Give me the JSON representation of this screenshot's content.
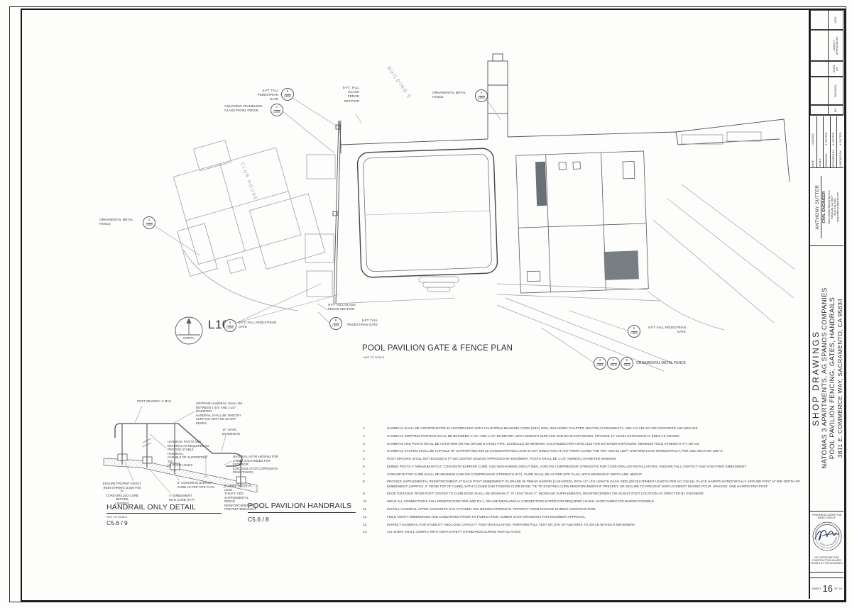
{
  "plan": {
    "title": "POOL PAVILION GATE & FENCE PLAN",
    "scale": "NOT TO SCALE",
    "sheet_ref": "L102",
    "north": "NORTH",
    "building_label": "BUILDING 5",
    "clubhouse_label": "CLUB HOUSE",
    "labels": {
      "gate_top": "5-FT. TALL\nPEDESTRIAN\nGATE",
      "aquaview": "AQUAVIEW FRAMELESS\nGLASS PANEL FENCE",
      "glass_section_top": "5-FT. TALL\nGLASS\nFENCE\nSECTION",
      "orn_fence_top": "ORNAMENTAL METAL\nFENCE",
      "orn_fence_left": "ORNAMENTAL METAL\nFENCE",
      "gate_6ft_left": "6-FT.-TALL PEDESTRIAN\nGATE",
      "glass_section_bottom": "5-FT. TALL GLASS\nFENCE SECTION",
      "gate_bottom": "5-FT. TALL\nPEDESTRIAN GATE",
      "gate_6ft_right": "6 FT.-TALL PEDESTRIAN\nGATE",
      "orn_fence_right": "ORNAMENTAL METAL FENCE"
    },
    "callouts": {
      "c1": {
        "num": "8",
        "ref": "L504"
      },
      "c2": {
        "num": "1",
        "ref": "L504"
      },
      "c3": {
        "num": "4",
        "ref": "L504"
      },
      "c4": {
        "num": "4",
        "ref": "L504"
      },
      "c5": {
        "num": "5",
        "ref": "L504"
      },
      "c6": {
        "num": "8",
        "ref": "L504"
      },
      "c7": {
        "num": "5",
        "ref": "L504"
      },
      "c8": {
        "num": "4",
        "ref": "L504"
      },
      "c9": {
        "num": "7",
        "ref": "C5.6"
      },
      "c10": {
        "num": "8",
        "ref": "C5.6"
      }
    }
  },
  "handrail_detail": {
    "title": "HANDRAIL ONLY DETAIL",
    "scale": "NOT TO SCALE",
    "ref": "C5.6 / 9",
    "annotations": {
      "post_spacing": "POST SPACING: 4' MAX.",
      "gripping": "GRIPPING HANDRAIL SHALL BE\nBETWEEN 1-1/4\" AND 1-1/2\" DIAMETER.\nHANDRAIL SHALL BE SMOOTH\nSURFACE WITH NO SHARP EDGES",
      "level_ext": "12\" LEVEL\nEXTENSION",
      "posts": "HANDRAIL POSTS AND\nMATERIAL AS REQUIRED TO\nPROVIDE STABLE HANDRAIL,\nCAPABLE OF SUPPORTING 250\nLB POINT LOADS",
      "material": "MATERIAL ASTM A500/A53 FOR\nSTEEL, GALVANIZED FOR EXTERIOR\n(CBC 2304.3 FOR CORROSION\nRESISTANCE)",
      "grout": "ENSURE PROPER GROUT\n(NON-SHRINK) (3,000 PSI) IF\nCORE-DRILLED CURB BEFORE\nLOADING",
      "curb": "6\" CONCRETE BARRIER\nCURB AS PER SITE PLAN",
      "embed": "4\" EMBEDMENT\nINTO CURB (TYP)",
      "edge": "IF EDGE WIDTH IS LESS\nTHAN 3\" ADD\nSUPPLEMENTAL REBAR\nREINFORCEMENT TO\nPREVENT BREAKOUT."
    }
  },
  "handrails_detail": {
    "title": "POOL PAVILION HANDRAILS",
    "ref": "C5.6 / 8"
  },
  "notes": {
    "items": [
      {
        "num": "1.",
        "text": "HANDRAIL SHALL BE CONSTRUCTED IN ACCORDANCE WITH CALIFORNIA BUILDING CODE (CBC) 2022, INCLUDING CHAPTER 11B FOR ACCESSIBILITY, AND ACI 318-19 FOR CONCRETE ANCHORAGE."
      },
      {
        "num": "2.",
        "text": "HANDRAIL GRIPPING PORTION SHALL BE BETWEEN 1-1/4\" AND 1-1/2\" DIAMETER, WITH SMOOTH SURFACE AND NO SHARP EDGES. PROVIDE 12\" LEVEL EXTENSION AT ENDS AS SHOWN."
      },
      {
        "num": "3.",
        "text": "HANDRAIL AND POSTS SHALL BE ASTM A500 OR A53 GRADE B STEEL PIPE, SCHEDULE 40 MINIMUM, GALVANIZED PER ASTM A123 FOR EXTERIOR EXPOSURE. MINIMUM YIELD STRENGTH FY=36 KSI."
      },
      {
        "num": "4.",
        "text": "HANDRAIL SYSTEM SHALL BE CAPABLE OF SUPPORTING 200 LB CONCENTRATED LOAD IN ANY DIRECTION AT ANY POINT ALONG THE TOP, AND 50 LB/FT UNIFORM LOAD HORIZONTALLY, PER CBC SECTION 1607.8."
      },
      {
        "num": "5.",
        "text": "POST SPACING SHALL NOT EXCEED 6 FT ON CENTER UNLESS APPROVED BY ENGINEER. POSTS SHALL BE 1-1/2\" NOMINAL DIAMETER MINIMUM."
      },
      {
        "num": "6.",
        "text": "EMBED POSTS 4\" MINIMUM INTO 6\" CONCRETE BARRIER CURB. USE NON-SHRINK GROUT (MIN. 3,000 PSI COMPRESSIVE STRENGTH) FOR CORE-DRILLED INSTALLATIONS. ENSURE FULL CONTACT AND VOID-FREE EMBEDMENT."
      },
      {
        "num": "7.",
        "text": "CONCRETE FOR CURB SHALL BE MINIMUM 3,000 PSI COMPRESSIVE STRENGTH (F'C). CURB SHALL BE AS PER SITE PLAN, WITH MINIMUM 6\" WIDTH AND HEIGHT."
      },
      {
        "num": "8.",
        "text": "PROVIDE SUPPLEMENTAL REINFORCEMENT AT EACH POST EMBEDMENT: #3 GRADE 60 REBAR HAIRPIN (U-SHAPED), WITH 12\" LEG LENGTH EACH SIDE (DEVELOPMENT LENGTH PER ACI 318-19). PLACE HAIRPIN HORIZONTALLY AROUND POST AT MID-DEPTH OF EMBEDMENT (APPROX. 2\" FROM TOP OF CURB), WITH CLOSED END TOWARD CURB EDGE. TIE TO EXISTING CURB REINFORCEMENT IF PRESENT, OR SECURE TO PREVENT DISPLACEMENT DURING POUR. SPACING: ONE HAIRPIN PER POST."
      },
      {
        "num": "9.",
        "text": "EDGE DISTANCE FROM POST CENTER TO CURB EDGE SHALL BE MINIMUM 3\". IF LESS THAN 3\", INCREASE SUPPLEMENTAL REINFORCEMENT OR ADJUST POST LOCATION AS DIRECTED BY ENGINEER."
      },
      {
        "num": "10.",
        "text": "WELD ALL CONNECTIONS FULL PENETRATION PER AWS D1.1, OR USE MECHANICAL CONNECTORS RATED FOR REQUIRED LOADS. SHOP FABRICATE WHERE POSSIBLE."
      },
      {
        "num": "11.",
        "text": "INSTALL HANDRAIL AFTER CONCRETE HAS ATTAINED 75% DESIGN STRENGTH. PROTECT FROM DAMAGE DURING CONSTRUCTION."
      },
      {
        "num": "12.",
        "text": "FIELD VERIFY DIMENSIONS AND CONDITIONS PRIOR TO FABRICATION. SUBMIT SHOP DRAWINGS FOR ENGINEER APPROVAL."
      },
      {
        "num": "13.",
        "text": "INSPECT HANDRAIL FOR STABILITY AND LOAD CAPACITY POST-INSTALLATION. PERFORM PULL TEST ON 10% OF ANCHORS TO 200 LB WITHOUT MOVEMENT."
      },
      {
        "num": "14.",
        "text": "ALL WORK SHALL COMPLY WITH OSHA SAFETY STANDARDS DURING INSTALLATION."
      }
    ]
  },
  "titleblock": {
    "rev_headers": {
      "no": "NO.",
      "revision": "REVISION",
      "engr": "ENGR\nINT",
      "county": "COUNTY\nAPPROVED BY",
      "date": "DATE"
    },
    "info": {
      "date_label": "DATE:",
      "date": "11/28/2025",
      "scale_label": "SCALE:",
      "scale": "",
      "drawn_label": "DRAWN BY:",
      "drawn": "A. SUTTER",
      "designed_label": "DESIGNED BY:",
      "designed": "A. SUTTER",
      "checked_label": "CHECKED BY:",
      "checked": "A. SUTTER"
    },
    "engineer": {
      "name": "ANTHONY SUTTER",
      "role": "CIVIL ENGINEER",
      "addr1": "5503 GREEN MOUNTAIN LN",
      "addr2": "ROCKLIN, CA 95677",
      "phone": "(916) 835-3588",
      "email": "andy.sutter.pe@gmail.com"
    },
    "project": {
      "line1": "SHOP DRAWINGS",
      "line2": "NATOMAS 3 APARTMENTS, AG SPANOS COMPANIES",
      "line3": "POOL PAVILION FENCING, GATES, HANDRAILS",
      "line4": "3811 E. COMMERCE WAY, SACRAMENTO, CA 95834"
    },
    "stamp": {
      "prepared": "PREPARED UNDER THE\nDIRECTION OF",
      "not_approved": "NOT APPROVED FOR\nCONSTRUCTION UNLESS\nSIGNED BY THE ENGINEER",
      "seal_top": "REGISTERED PROFESSIONAL ENGINEER",
      "seal_bottom": "STATE OF CALIFORNIA"
    },
    "sheet": {
      "label": "SHEET",
      "number": "16",
      "of": "OF",
      "total": "18"
    }
  }
}
